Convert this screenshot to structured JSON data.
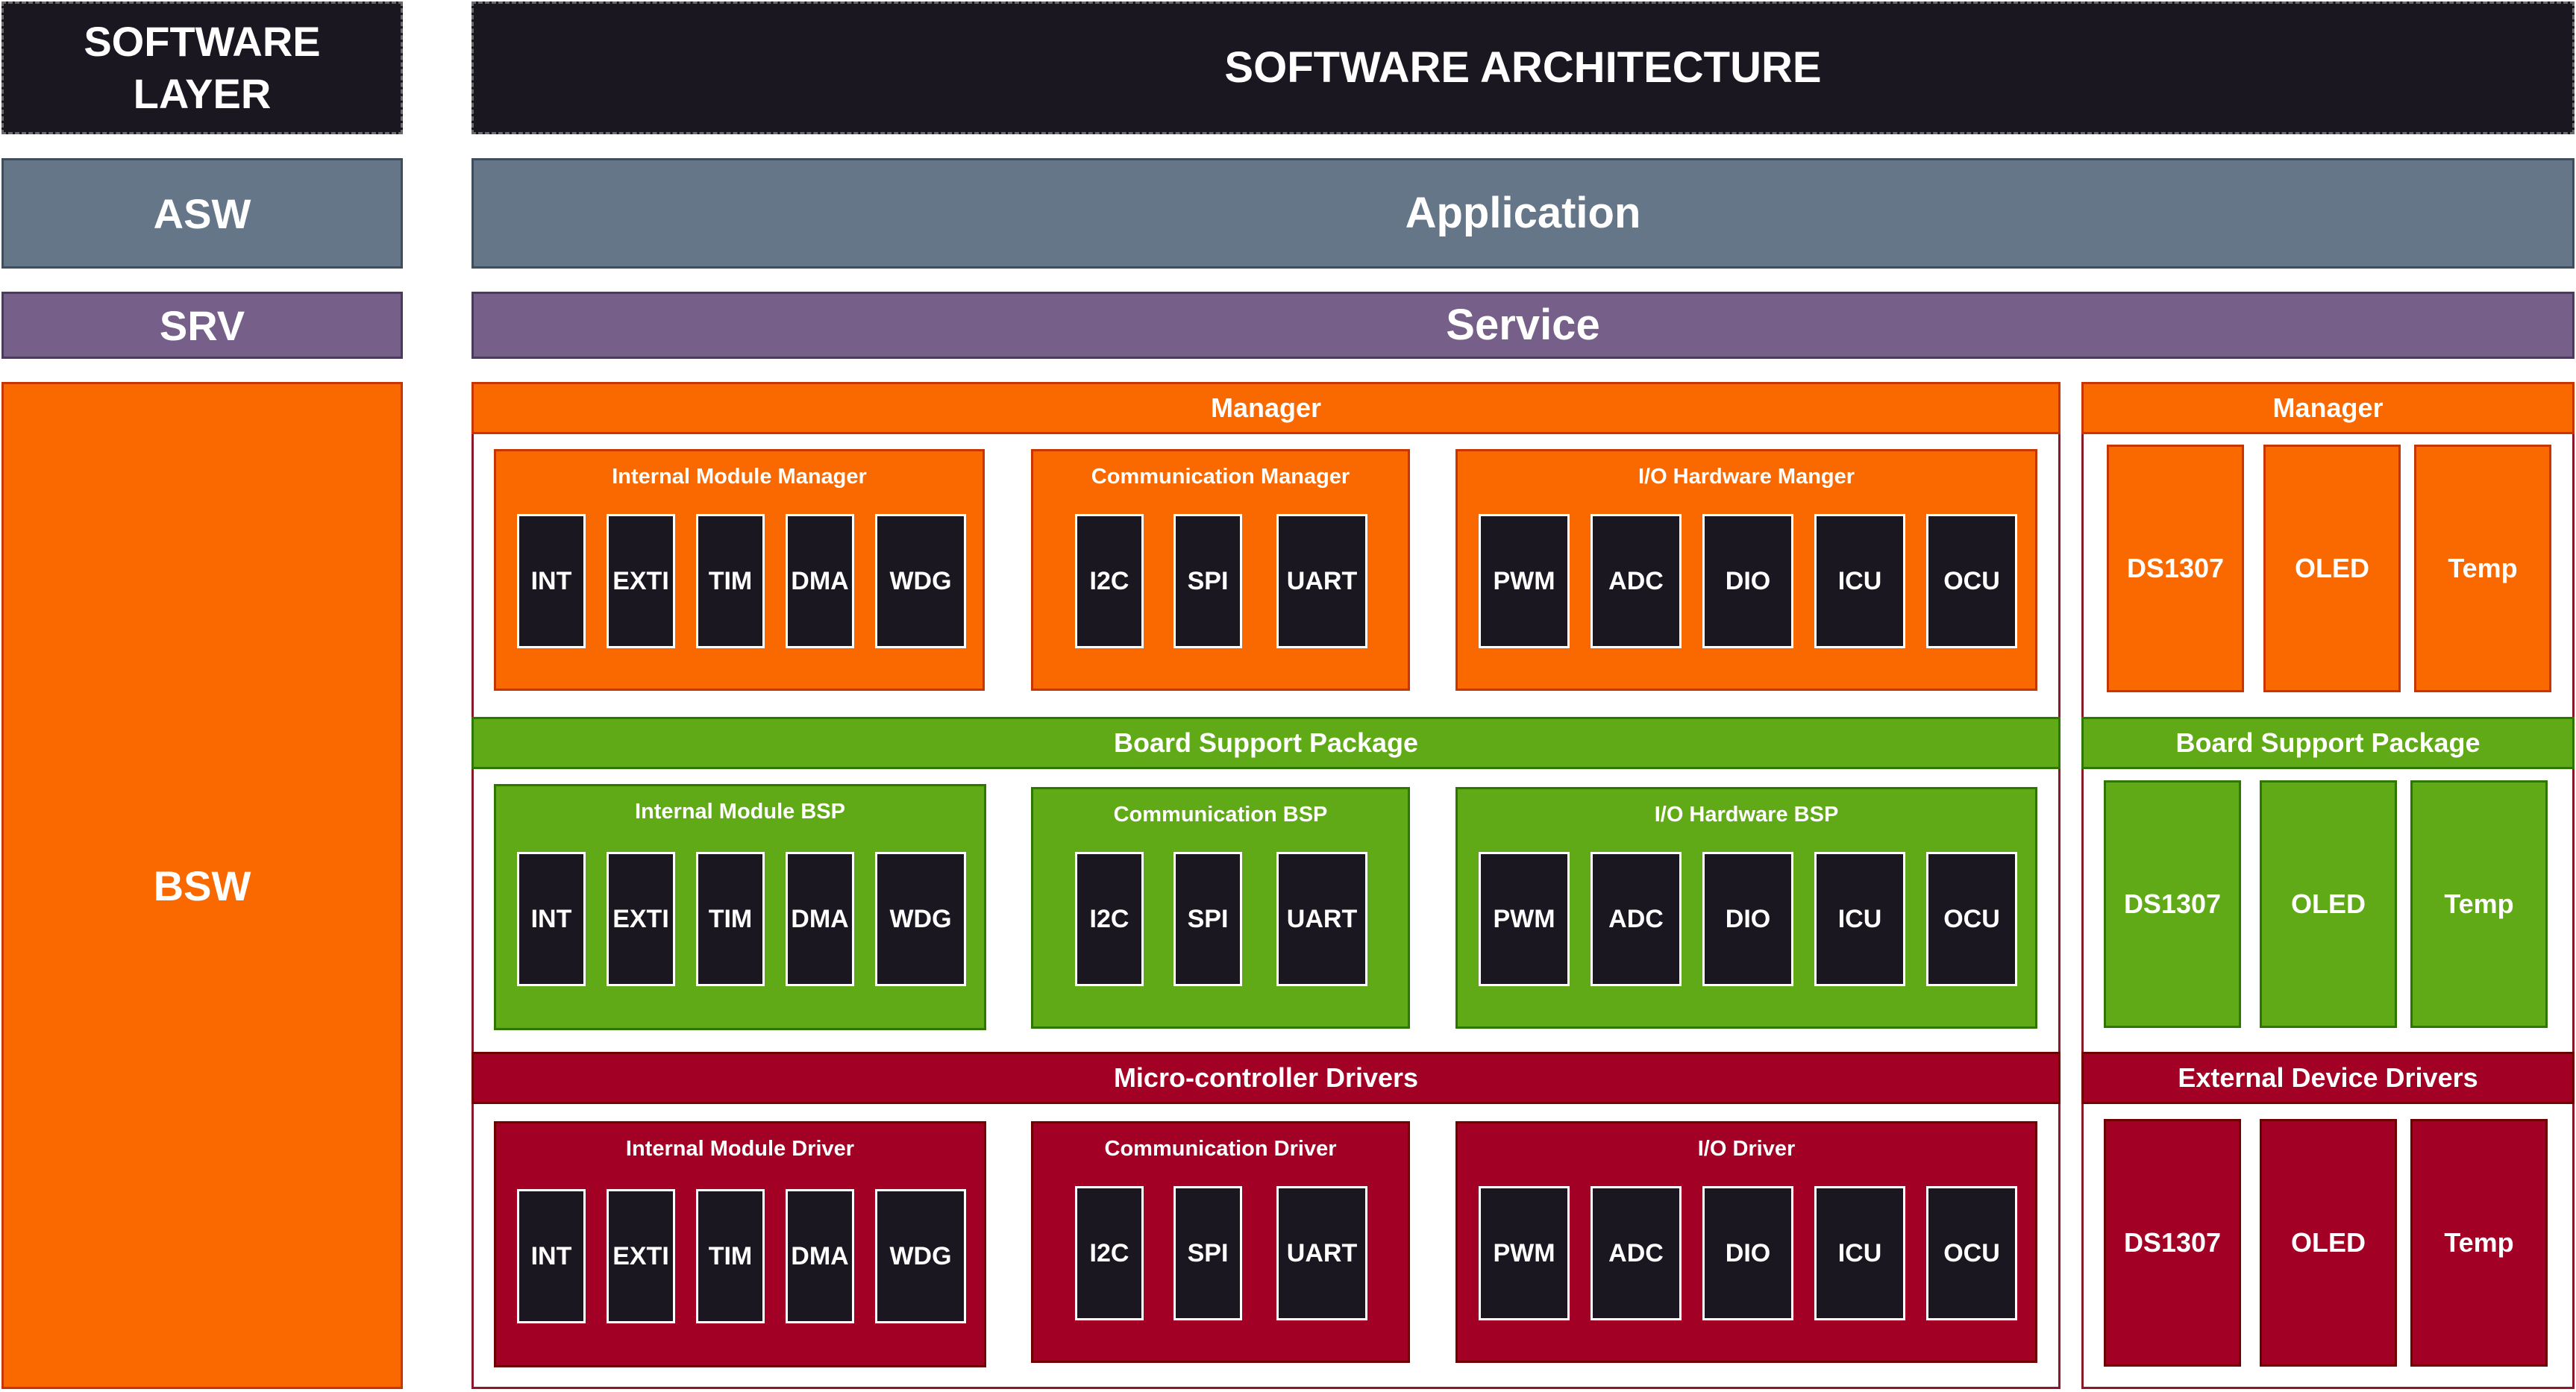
{
  "layers": {
    "software_layer": "SOFTWARE\nLAYER",
    "asw": "ASW",
    "srv": "SRV",
    "bsw": "BSW"
  },
  "bars": {
    "architecture": "SOFTWARE ARCHITECTURE",
    "application": "Application",
    "service": "Service"
  },
  "main": {
    "manager": {
      "title": "Manager",
      "groups": [
        {
          "title": "Internal Module Manager",
          "items": [
            "INT",
            "EXTI",
            "TIM",
            "DMA",
            "WDG"
          ]
        },
        {
          "title": "Communication Manager",
          "items": [
            "I2C",
            "SPI",
            "UART"
          ]
        },
        {
          "title": "I/O Hardware Manger",
          "items": [
            "PWM",
            "ADC",
            "DIO",
            "ICU",
            "OCU"
          ]
        }
      ]
    },
    "bsp": {
      "title": "Board Support Package",
      "groups": [
        {
          "title": "Internal Module BSP",
          "items": [
            "INT",
            "EXTI",
            "TIM",
            "DMA",
            "WDG"
          ]
        },
        {
          "title": "Communication BSP",
          "items": [
            "I2C",
            "SPI",
            "UART"
          ]
        },
        {
          "title": "I/O Hardware BSP",
          "items": [
            "PWM",
            "ADC",
            "DIO",
            "ICU",
            "OCU"
          ]
        }
      ]
    },
    "drivers": {
      "title": "Micro-controller Drivers",
      "groups": [
        {
          "title": "Internal Module Driver",
          "items": [
            "INT",
            "EXTI",
            "TIM",
            "DMA",
            "WDG"
          ]
        },
        {
          "title": "Communication Driver",
          "items": [
            "I2C",
            "SPI",
            "UART"
          ]
        },
        {
          "title": "I/O Driver",
          "items": [
            "PWM",
            "ADC",
            "DIO",
            "ICU",
            "OCU"
          ]
        }
      ]
    }
  },
  "side": {
    "manager": {
      "title": "Manager",
      "items": [
        "DS1307",
        "OLED",
        "Temp"
      ]
    },
    "bsp": {
      "title": "Board Support Package",
      "items": [
        "DS1307",
        "OLED",
        "Temp"
      ]
    },
    "drivers": {
      "title": "External Device Drivers",
      "items": [
        "DS1307",
        "OLED",
        "Temp"
      ]
    }
  },
  "colors": {
    "dark": "#1b1721",
    "asw": "#647687",
    "srv": "#76608a",
    "manager": "#fa6800",
    "bsp": "#60a917",
    "drivers": "#a20025"
  }
}
